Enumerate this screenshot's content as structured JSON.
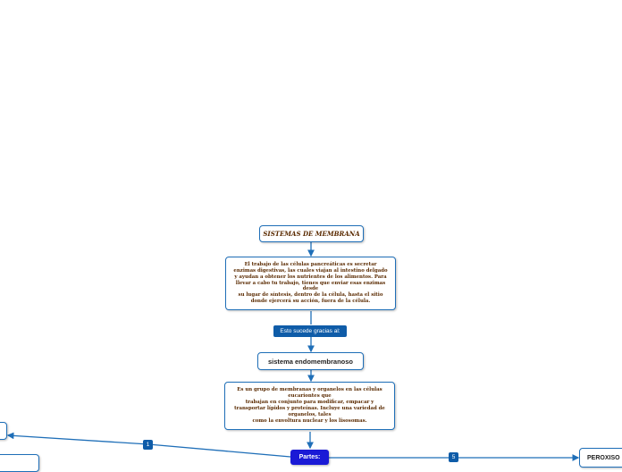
{
  "nodes": {
    "title": "SISTEMAS DE MEMBRANA",
    "description_lines": [
      "El trabajo de las células pancreáticas es secretar",
      "enzimas digestivas, las cuales viajan al intestino delgado",
      "y ayudan a obtener los nutrientes de los alimentos. Para",
      "llevar a cabo tu trabajo, tienes que enviar esas enzimas",
      "desde",
      "su lugar de síntesis, dentro de la célula, hasta el sitio",
      "donde ejercerá su acción, fuera de la célula."
    ],
    "connector_label": "Esto sucede gracias al:",
    "endomembrane": "sistema endomembranoso",
    "definition_lines": [
      "Es un grupo de membranas y organelos en las células",
      "eucariontes que",
      "trabajan en conjunto para modificar, empacar y",
      "transportar lípidos y proteínas. Incluye una variedad de",
      "organelos, tales",
      "como la envoltura nuclear y los lisosomas."
    ],
    "parts": "Partes:",
    "peroxisome": "PEROXISO",
    "badge_left": "1",
    "badge_right": "5"
  },
  "colors": {
    "line": "#1f6fb8",
    "label_bg": "#0f5ca8",
    "parts_bg": "#1a1ad6",
    "text_brown": "#5a2a00"
  }
}
